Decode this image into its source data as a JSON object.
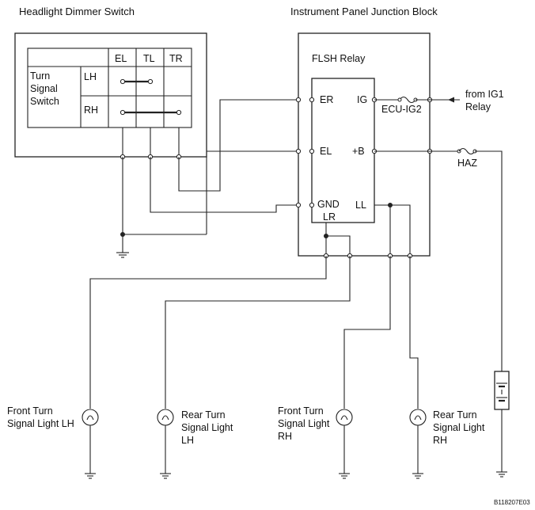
{
  "titles": {
    "dimmer_switch": "Headlight Dimmer Switch",
    "junction_block": "Instrument Panel Junction Block"
  },
  "switch_table": {
    "columns": [
      "EL",
      "TL",
      "TR"
    ],
    "row_header_lines": [
      "Turn",
      "Signal",
      "Switch"
    ],
    "rows": [
      "LH",
      "RH"
    ]
  },
  "relay": {
    "name": "FLSH Relay",
    "pins_left": [
      "ER",
      "EL",
      "GND"
    ],
    "pins_right": [
      "IG",
      "+B",
      "LL"
    ],
    "pin_bottom": "LR"
  },
  "fuses": {
    "ecu": "ECU-IG2",
    "haz": "HAZ"
  },
  "source": {
    "line1": "from IG1",
    "line2": "Relay"
  },
  "lamps": [
    {
      "lines": [
        "Front Turn",
        "Signal Light LH"
      ]
    },
    {
      "lines": [
        "Rear Turn",
        "Signal Light",
        "LH"
      ]
    },
    {
      "lines": [
        "Front Turn",
        "Signal Light",
        "RH"
      ]
    },
    {
      "lines": [
        "Rear Turn",
        "Signal Light",
        "RH"
      ]
    }
  ],
  "code": "B118207E03",
  "colors": {
    "line": "#222222",
    "background": "#ffffff"
  }
}
